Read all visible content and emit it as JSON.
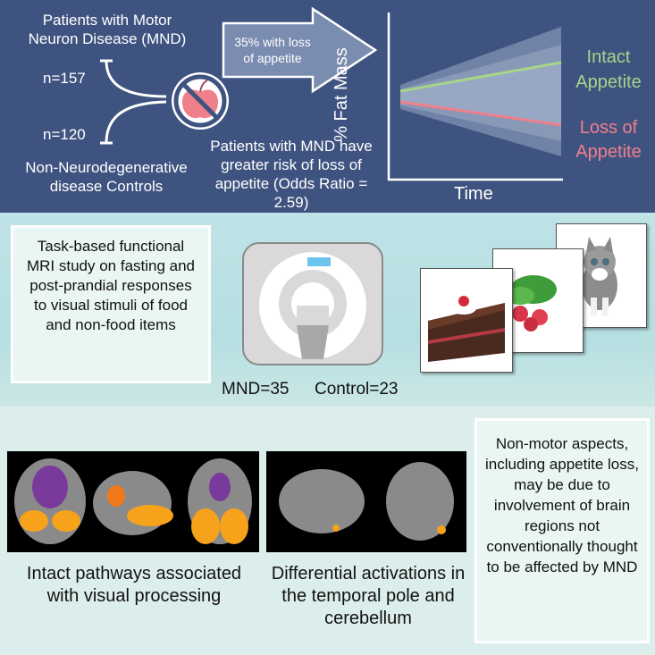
{
  "top": {
    "mnd_label": "Patients with Motor Neuron Disease (MND)",
    "mnd_n": "n=157",
    "control_n": "n=120",
    "control_label": "Non-Neurodegenerative disease Controls",
    "arrow_text": "35% with loss of appetite",
    "risk_text": "Patients with MND have greater risk of loss of appetite (Odds Ratio = 2.59)"
  },
  "graph": {
    "ylabel": "% Fat Mass",
    "xlabel": "Time",
    "intact_label": "Intact Appetite",
    "loss_label": "Loss of Appetite",
    "intact_color": "#a6d58a",
    "loss_color": "#f07f8c"
  },
  "middle": {
    "study_text": "Task-based functional MRI study on fasting and post-prandial responses to visual stimuli of food and non-food items",
    "mnd_count": "MND=35",
    "control_count": "Control=23"
  },
  "bottom": {
    "visual_caption": "Intact pathways associated with visual processing",
    "diff_caption": "Differential activations in the temporal pole and cerebellum",
    "conclusion": "Non-motor aspects, including appetite loss, may be due to involvement of brain regions not conventionally thought to be affected by MND"
  }
}
